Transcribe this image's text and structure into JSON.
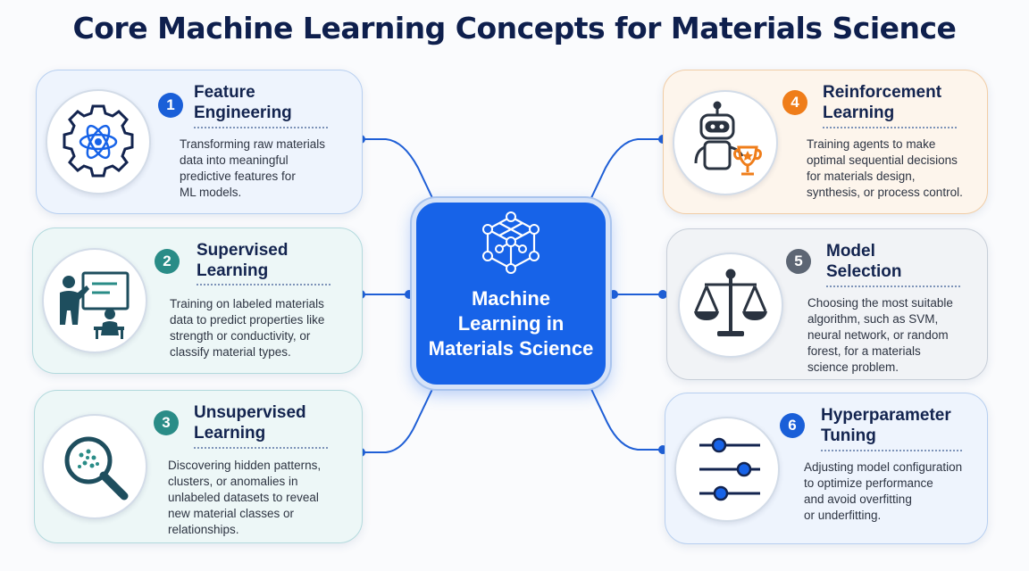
{
  "title": "Core Machine Learning Concepts for Materials Science",
  "center": {
    "title": "Machine\nLearning in\nMaterials Science"
  },
  "cards": [
    {
      "number": "1",
      "title": "Feature\nEngineering",
      "description": "Transforming raw materials\ndata into meaningful\npredictive features for\nML models.",
      "icon": "gear-atom-icon"
    },
    {
      "number": "2",
      "title": "Supervised\nLearning",
      "description": "Training on labeled materials\ndata to predict properties like\nstrength or conductivity, or\nclassify material types.",
      "icon": "teacher-student-icon"
    },
    {
      "number": "3",
      "title": "Unsupervised\nLearning",
      "description": "Discovering hidden patterns,\nclusters, or anomalies in\nunlabeled datasets to reveal\nnew material classes or\nrelationships.",
      "icon": "magnifier-clusters-icon"
    },
    {
      "number": "4",
      "title": "Reinforcement\nLearning",
      "description": "Training agents to make\noptimal sequential decisions\nfor materials design,\nsynthesis, or process control.",
      "icon": "robot-trophy-icon"
    },
    {
      "number": "5",
      "title": "Model\nSelection",
      "description": "Choosing the most suitable\nalgorithm, such as SVM,\nneural network, or random\nforest, for a materials\nscience problem.",
      "icon": "balance-scale-icon"
    },
    {
      "number": "6",
      "title": "Hyperparameter\nTuning",
      "description": "Adjusting model configuration\nto optimize performance\nand avoid overfitting\nor underfitting.",
      "icon": "sliders-icon"
    }
  ],
  "colors": {
    "primary_blue": "#1763e8",
    "dark_navy": "#0e1f4d",
    "teal": "#2a8c87",
    "orange": "#ef7d1a",
    "grey": "#5d6674"
  }
}
